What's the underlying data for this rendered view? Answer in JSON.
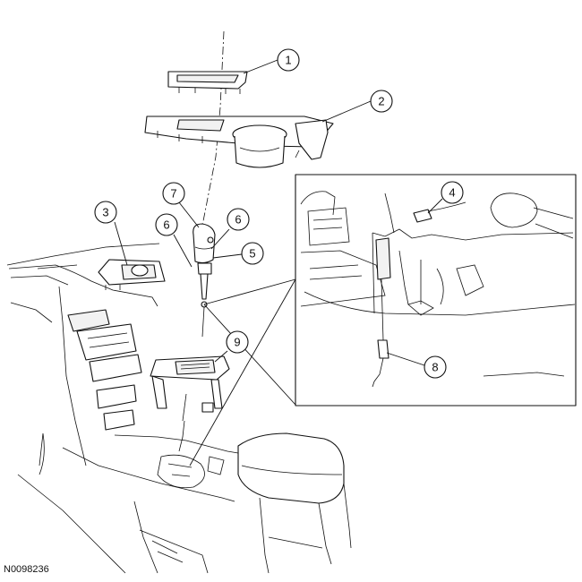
{
  "figure_id": "N0098236",
  "callouts": [
    {
      "id": "c1",
      "label": "1"
    },
    {
      "id": "c2",
      "label": "2"
    },
    {
      "id": "c3",
      "label": "3"
    },
    {
      "id": "c4",
      "label": "4"
    },
    {
      "id": "c5",
      "label": "5"
    },
    {
      "id": "c6a",
      "label": "6"
    },
    {
      "id": "c6b",
      "label": "6"
    },
    {
      "id": "c7",
      "label": "7"
    },
    {
      "id": "c8",
      "label": "8"
    },
    {
      "id": "c9",
      "label": "9"
    }
  ]
}
